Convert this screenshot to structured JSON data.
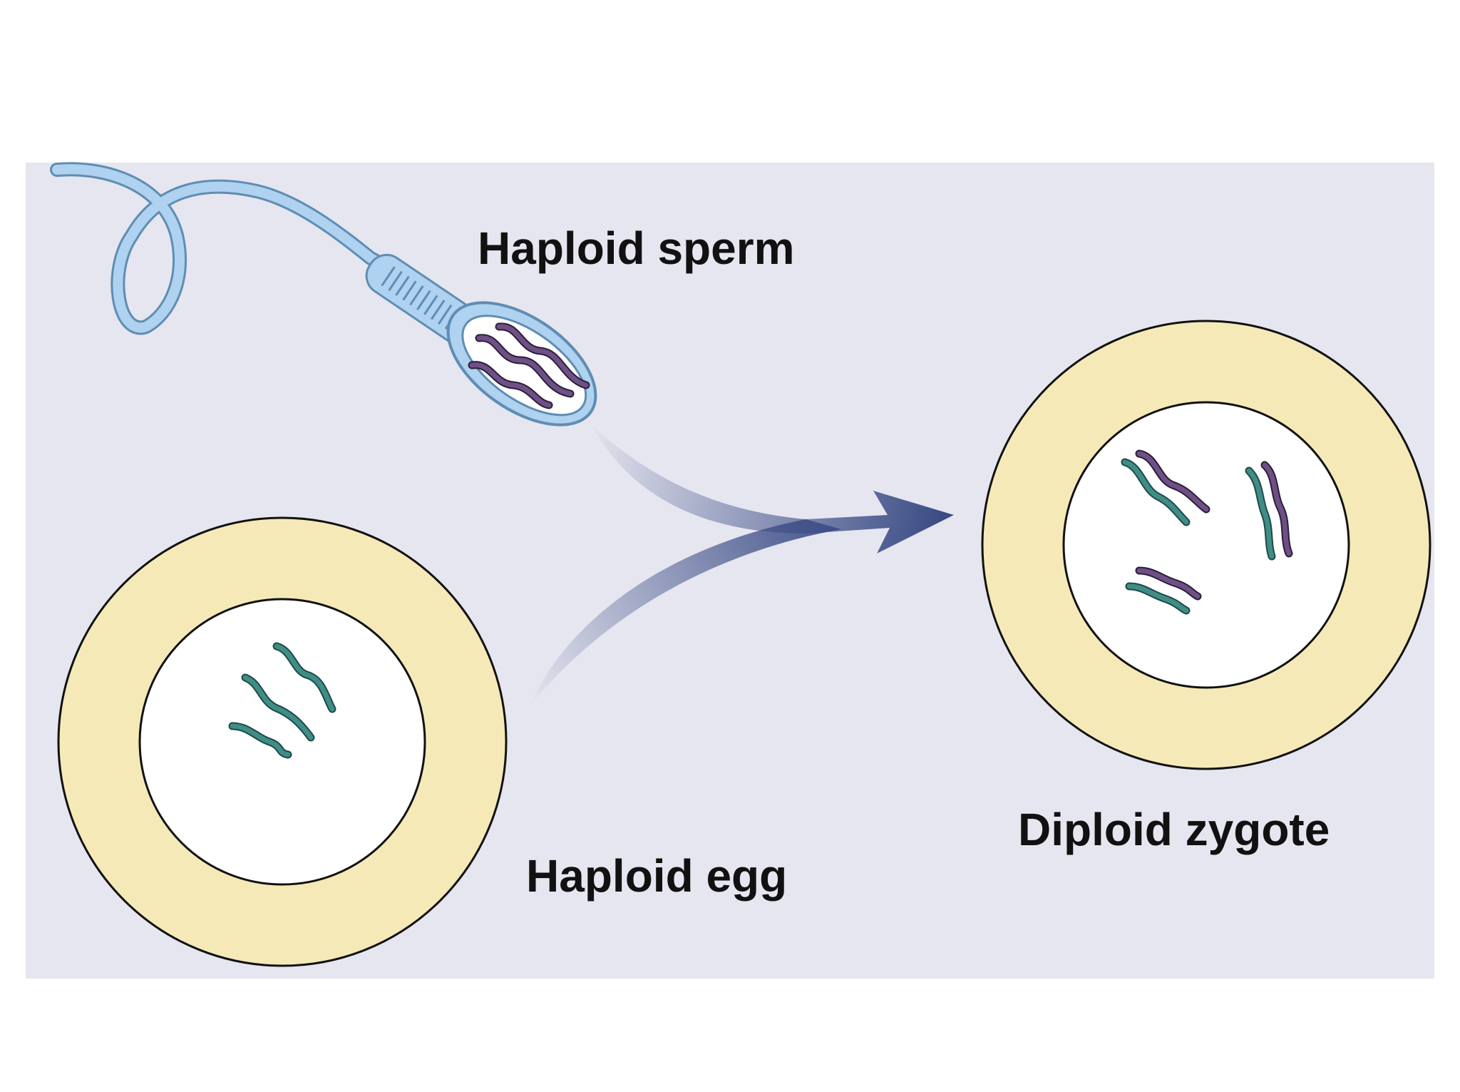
{
  "labels": {
    "sperm": "Haploid sperm",
    "egg": "Haploid egg",
    "zygote": "Diploid zygote"
  },
  "colors": {
    "background": "#e6e6f0",
    "page": "#ffffff",
    "cell_outer": "#f5eab7",
    "cell_inner": "#ffffff",
    "outline": "#111111",
    "sperm_body": "#aed2ef",
    "sperm_outline": "#5f8db3",
    "chromosome_purple": "#6e4f86",
    "chromosome_teal": "#3f8d86",
    "arrow": "#3c4d86"
  }
}
